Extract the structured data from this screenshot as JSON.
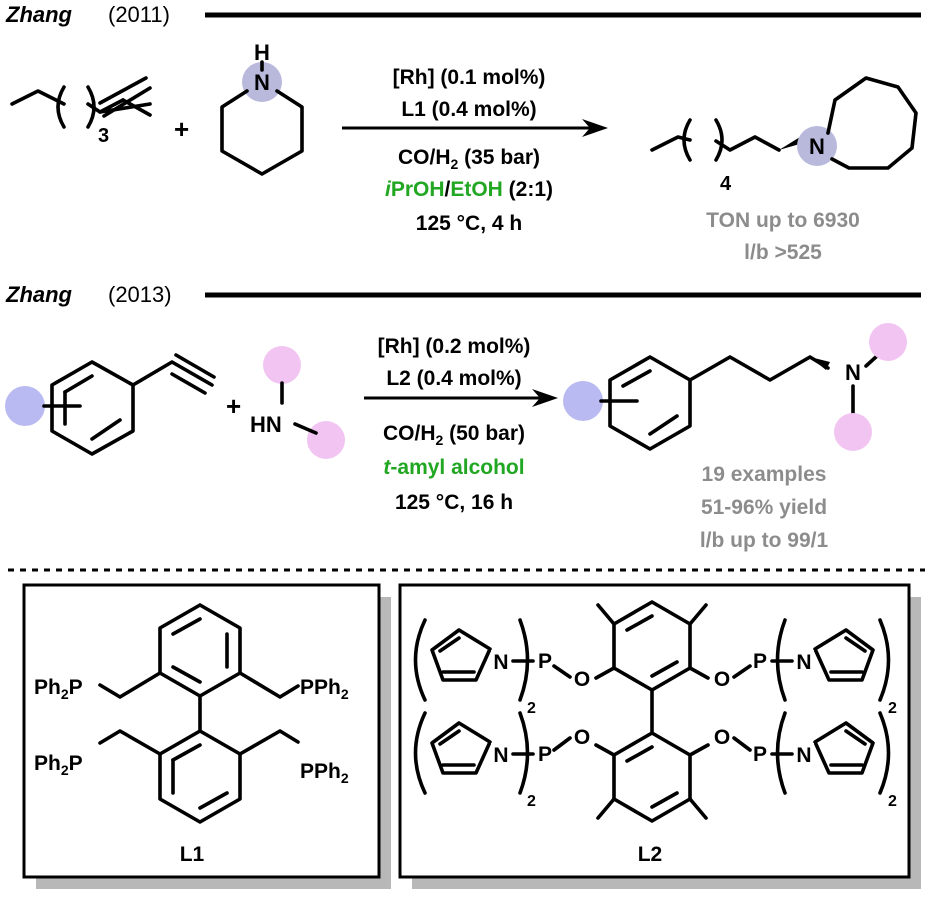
{
  "colors": {
    "solvent_green": "#22a722",
    "result_gray": "#8c8c8c",
    "nitrogen_highlight": "#b9b9dc",
    "substituent_purple": "#babaf2",
    "substituent_pink": "#f2c4f2",
    "panel_shadow": "#b8b8b8"
  },
  "reaction1": {
    "header_author": "Zhang",
    "header_year": "(2011)",
    "alkene_subscript": "3",
    "plus": "+",
    "amine_h_label": "H",
    "amine_n_label": "N",
    "conditions": {
      "catalyst": "[Rh] (0.1 mol%)",
      "ligand": "L1 (0.4 mol%)",
      "gas_prefix": "CO/H",
      "gas_sub": "2",
      "gas_suffix": " (35 bar)",
      "solvent_italic": "i",
      "solvent_a": "PrOH",
      "solvent_slash": "/",
      "solvent_b": "EtOH",
      "solvent_ratio": " (2:1)",
      "temp_time": "125 °C, 4 h"
    },
    "product_subscript": "4",
    "product_n_label": "N",
    "result_line1": "TON up to 6930",
    "result_line2": "l/b >525"
  },
  "reaction2": {
    "header_author": "Zhang",
    "header_year": "(2013)",
    "plus": "+",
    "amine_label": "HN",
    "conditions": {
      "catalyst": "[Rh] (0.2 mol%)",
      "ligand": "L2 (0.4 mol%)",
      "gas_prefix": "CO/H",
      "gas_sub": "2",
      "gas_suffix": " (50 bar)",
      "solvent_italic": "t",
      "solvent_rest": "-amyl alcohol",
      "temp_time": "125 °C, 16 h"
    },
    "product_n_label": "N",
    "result_line1": "19 examples",
    "result_line2": "51-96% yield",
    "result_line3": "l/b up to 99/1"
  },
  "ligand_L1": {
    "ph2p_left": "Ph",
    "ph2p_left_sub": "2",
    "ph2p_left_p": "P",
    "pph2_right_p": "PPh",
    "pph2_right_sub": "2",
    "name": "L1"
  },
  "ligand_L2": {
    "p_label": "P",
    "o_label": "O",
    "n_label": "N",
    "count_sub": "2",
    "name": "L2"
  }
}
